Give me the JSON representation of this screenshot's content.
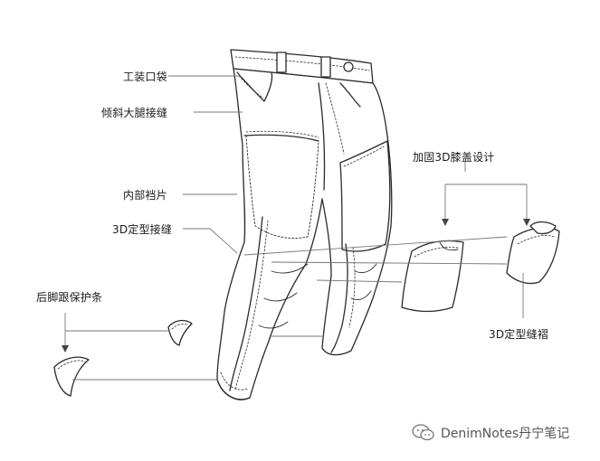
{
  "labels": {
    "workwear_pocket": "工装口袋",
    "slanted_thigh_seam": "倾斜大腿接缝",
    "inner_crotch_patch": "内部裆片",
    "shaped_seam_3d": "3D定型接缝",
    "heel_guard_strip": "后脚跟保护条",
    "reinforced_knee_3d": "加固3D膝盖设计",
    "shaped_pleat_3d": "3D定型缝褶"
  },
  "watermark": {
    "text": "DenimNotes丹宁笔记",
    "icon": "wechat-icon"
  },
  "colors": {
    "line": "#2a2a2a",
    "leader": "#777777",
    "text": "#1a1a1a"
  }
}
